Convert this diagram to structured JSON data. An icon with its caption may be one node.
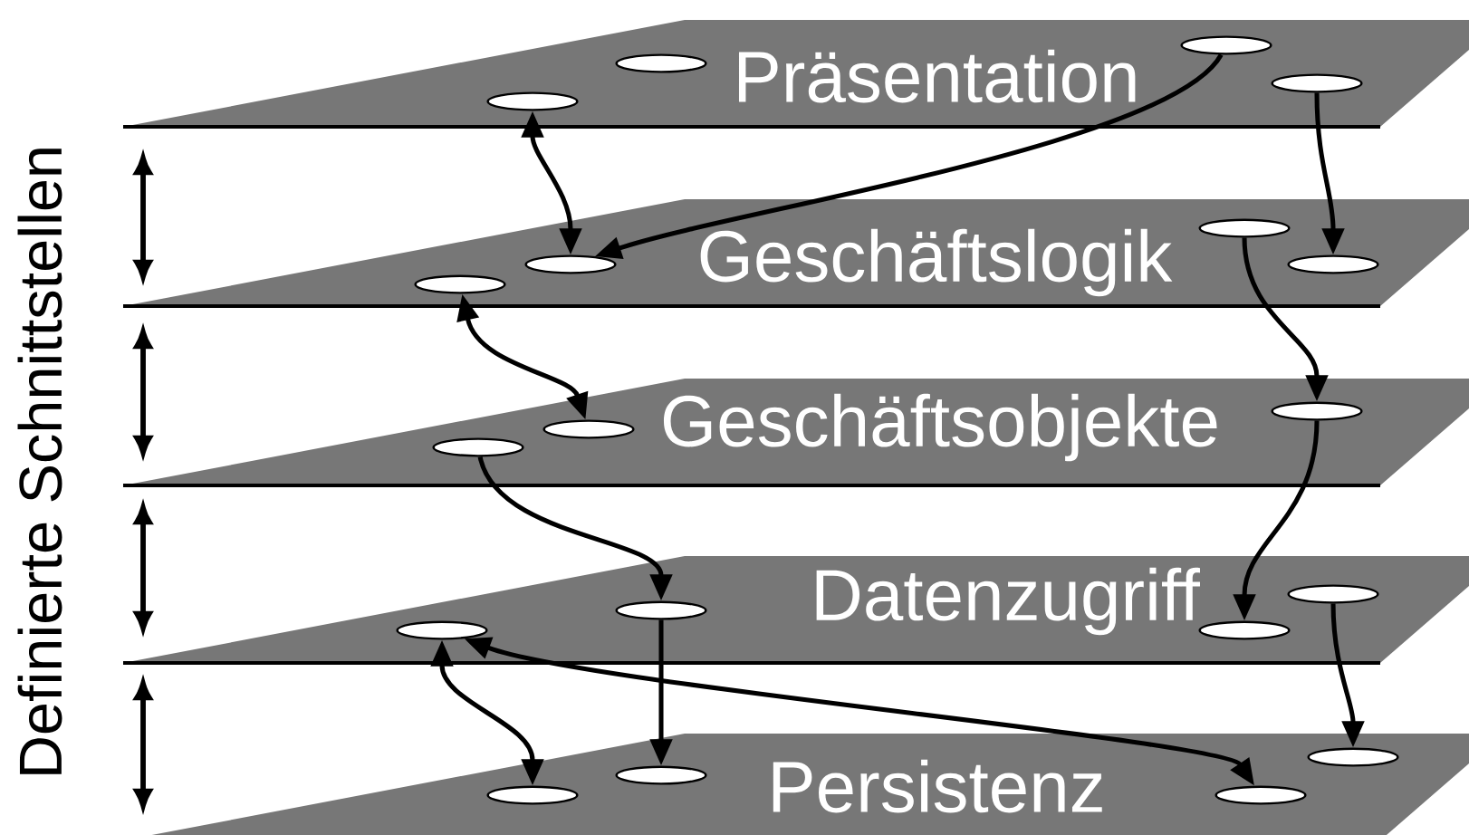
{
  "diagram": {
    "nodes": [
      {
        "text": [
          "Präsentation"
        ]
      },
      {
        "text": [],
        "shape": "ellipse",
        "in": 0
      },
      {
        "text": [],
        "shape": "ellipse",
        "in": 0
      },
      {
        "text": [],
        "shape": "ellipse",
        "in": 0
      },
      {
        "text": [],
        "shape": "ellipse",
        "in": 0
      },
      {
        "text": [
          "Geschäftslogik"
        ]
      },
      {
        "text": [],
        "shape": "ellipse",
        "in": 5
      },
      {
        "text": [],
        "shape": "ellipse",
        "in": 5
      },
      {
        "text": [],
        "shape": "ellipse",
        "in": 5
      },
      {
        "text": [],
        "shape": "ellipse",
        "in": 5
      },
      {
        "text": [
          "Geschäftsobjekte"
        ]
      },
      {
        "text": [],
        "shape": "ellipse",
        "in": 10
      },
      {
        "text": [],
        "shape": "ellipse",
        "in": 10
      },
      {
        "text": [],
        "shape": "ellipse",
        "in": 10
      },
      {
        "text": [
          "Datenzugriff"
        ]
      },
      {
        "text": [],
        "shape": "ellipse",
        "in": 14
      },
      {
        "text": [],
        "shape": "ellipse",
        "in": 14
      },
      {
        "text": [],
        "shape": "ellipse",
        "in": 14
      },
      {
        "text": [],
        "shape": "ellipse",
        "in": 14
      },
      {
        "text": [
          "Persistenz"
        ]
      },
      {
        "text": [],
        "shape": "ellipse",
        "in": 19
      },
      {
        "text": [],
        "shape": "ellipse",
        "in": 19
      },
      {
        "text": [],
        "shape": "ellipse",
        "in": 19
      },
      {
        "text": [],
        "shape": "ellipse",
        "in": 19
      }
    ],
    "edges": [
      {
        "from": 1,
        "to": 7,
        "arrow": "both"
      },
      {
        "from": 3,
        "to": 7,
        "arrow": "to"
      },
      {
        "from": 4,
        "to": 9,
        "arrow": "to"
      },
      {
        "from": 6,
        "to": 12,
        "arrow": "both"
      },
      {
        "from": 8,
        "to": 13,
        "arrow": "to"
      },
      {
        "from": 11,
        "to": 16,
        "arrow": "to"
      },
      {
        "from": 13,
        "to": 17,
        "arrow": "to"
      },
      {
        "from": 15,
        "to": 20,
        "arrow": "both"
      },
      {
        "from": 15,
        "to": 22,
        "arrow": "both"
      },
      {
        "from": 16,
        "to": 21,
        "arrow": "to"
      },
      {
        "from": 18,
        "to": 23,
        "arrow": "to"
      }
    ],
    "labels": [
      "Definierte Schnittstellen"
    ]
  }
}
